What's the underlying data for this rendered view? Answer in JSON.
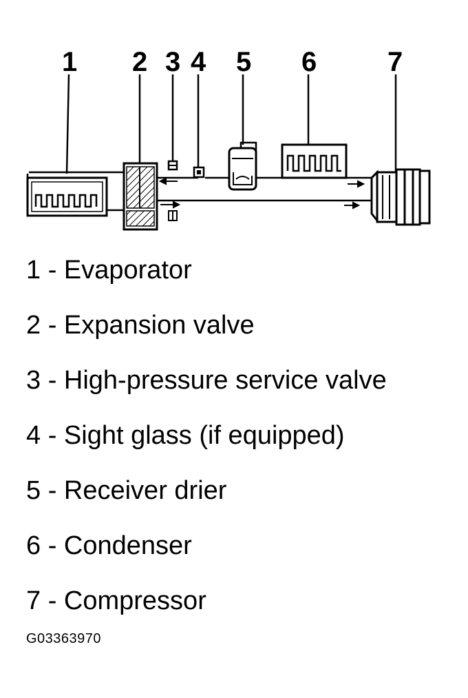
{
  "callouts": [
    "1",
    "2",
    "3",
    "4",
    "5",
    "6",
    "7"
  ],
  "legend": [
    {
      "number": "1",
      "label": "1 - Evaporator"
    },
    {
      "number": "2",
      "label": "2 - Expansion valve"
    },
    {
      "number": "3",
      "label": "3 - High-pressure service valve"
    },
    {
      "number": "4",
      "label": "4 - Sight glass (if equipped)"
    },
    {
      "number": "5",
      "label": "5 - Receiver drier"
    },
    {
      "number": "6",
      "label": "6 - Condenser"
    },
    {
      "number": "7",
      "label": "7 - Compressor"
    }
  ],
  "figure_id": "G03363970",
  "colors": {
    "line": "#000000",
    "background": "#ffffff"
  }
}
